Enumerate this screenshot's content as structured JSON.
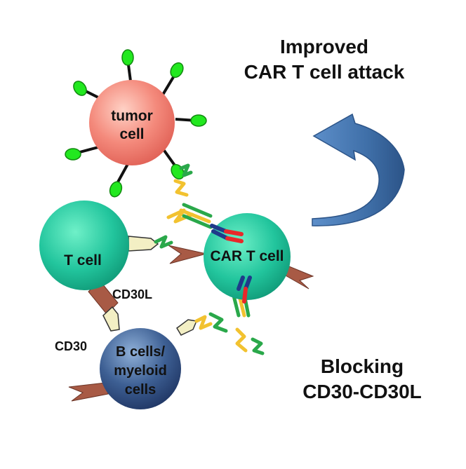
{
  "headings": {
    "top_line1": "Improved",
    "top_line2": "CAR T cell attack",
    "bottom_line1": "Blocking",
    "bottom_line2": "CD30-CD30L"
  },
  "cells": {
    "tumor_line1": "tumor",
    "tumor_line2": "cell",
    "t_cell": "T cell",
    "car_t_cell": "CAR T cell",
    "b_cell_line1": "B cells/",
    "b_cell_line2": "myeloid",
    "b_cell_line3": "cells"
  },
  "receptors": {
    "cd30l": "CD30L",
    "cd30": "CD30"
  },
  "colors": {
    "tumor": "#f27d72",
    "t_cell": "#22c59d",
    "b_cell": "#3d5f93",
    "arrow": "#3f6fa8",
    "antigen": "#22e81f",
    "receptor_red": "#a85a45",
    "antibody_green": "#2aa84a",
    "antibody_yellow": "#f2c230"
  }
}
